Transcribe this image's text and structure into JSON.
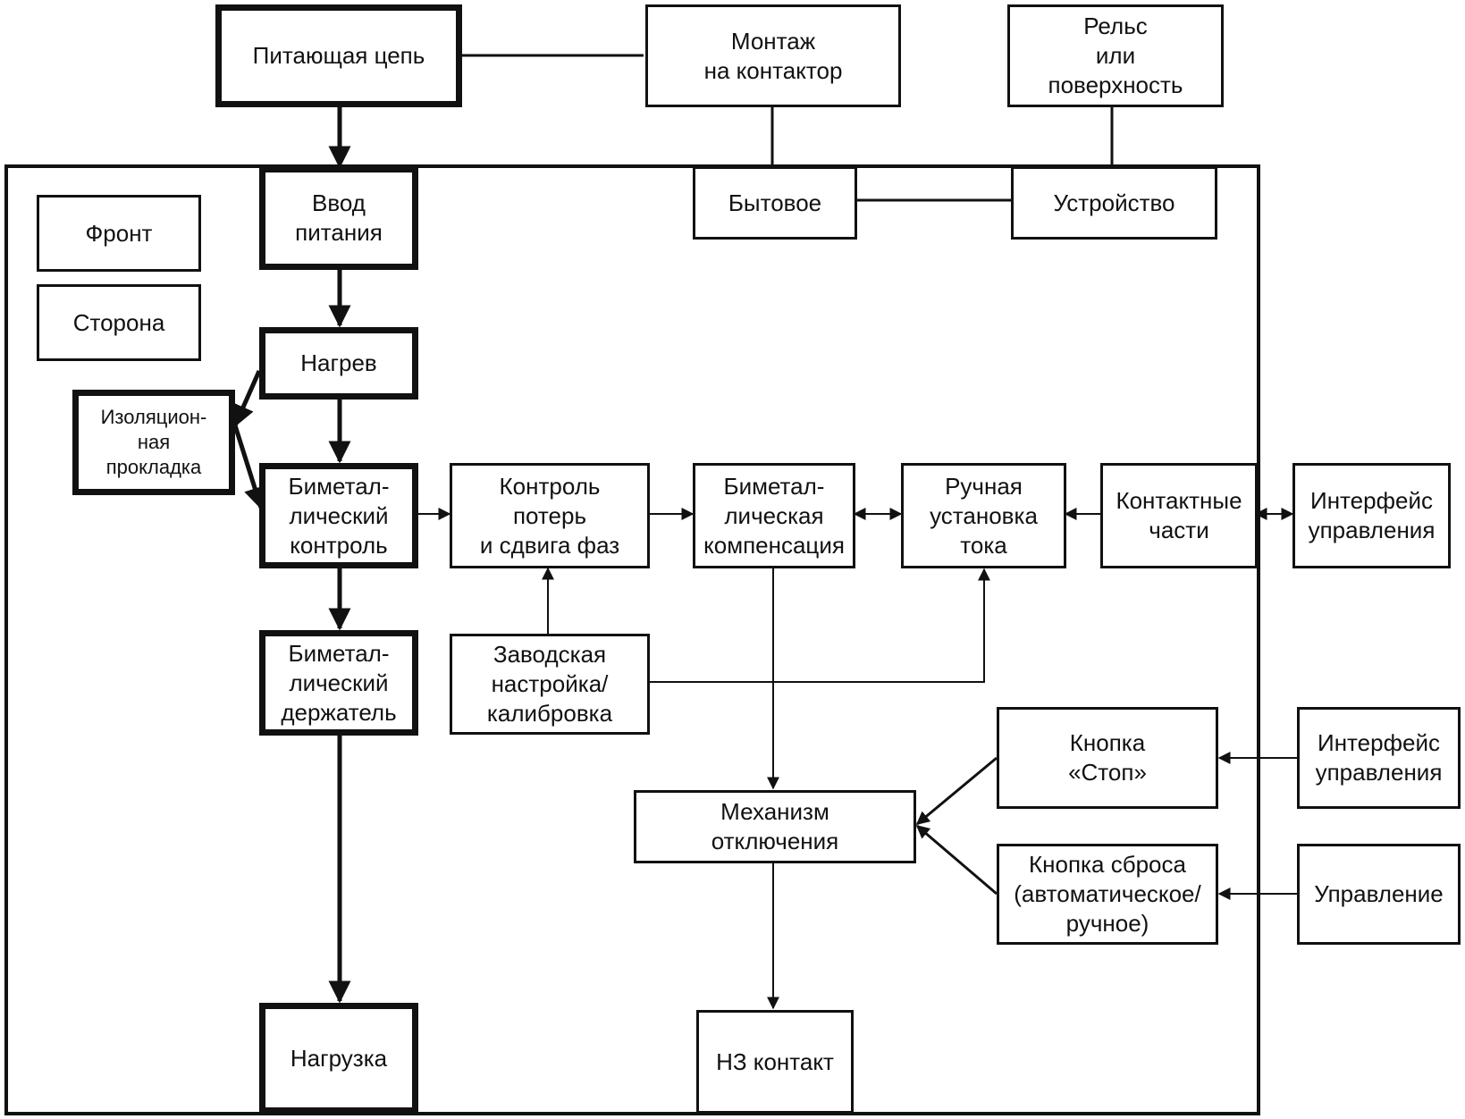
{
  "colors": {
    "line": "#111111",
    "background": "#ffffff"
  },
  "boxes": {
    "supply_circuit": "Питающая цепь",
    "contactor_mount": "Монтаж\nна контактор",
    "rail_or_surface": "Рельс\nили\nповерхность",
    "front": "Фронт",
    "side": "Сторона",
    "power_input": "Ввод\nпитания",
    "household": "Бытовое",
    "device": "Устройство",
    "heating": "Нагрев",
    "insulation_pad": "Изоляцион-\nная\nпрокладка",
    "bimetal_control": "Биметал-\nлический\nконтроль",
    "loss_phase_control": "Контроль\nпотерь\nи сдвига фаз",
    "bimetal_compensation": "Биметал-\nлическая\nкомпенсация",
    "manual_current_setting": "Ручная\nустановка\nтока",
    "contact_parts": "Контактные\nчасти",
    "control_interface_1": "Интерфейс\nуправления",
    "bimetal_holder": "Биметал-\nлический\nдержатель",
    "factory_calibration": "Заводская\nнастройка/\nкалибровка",
    "stop_button": "Кнопка\n«Стоп»",
    "control_interface_2": "Интерфейс\nуправления",
    "trip_mechanism": "Механизм\nотключения",
    "reset_button": "Кнопка сброса\n(автоматическое/\nручное)",
    "control": "Управление",
    "load": "Нагрузка",
    "nc_contact": "НЗ контакт"
  }
}
